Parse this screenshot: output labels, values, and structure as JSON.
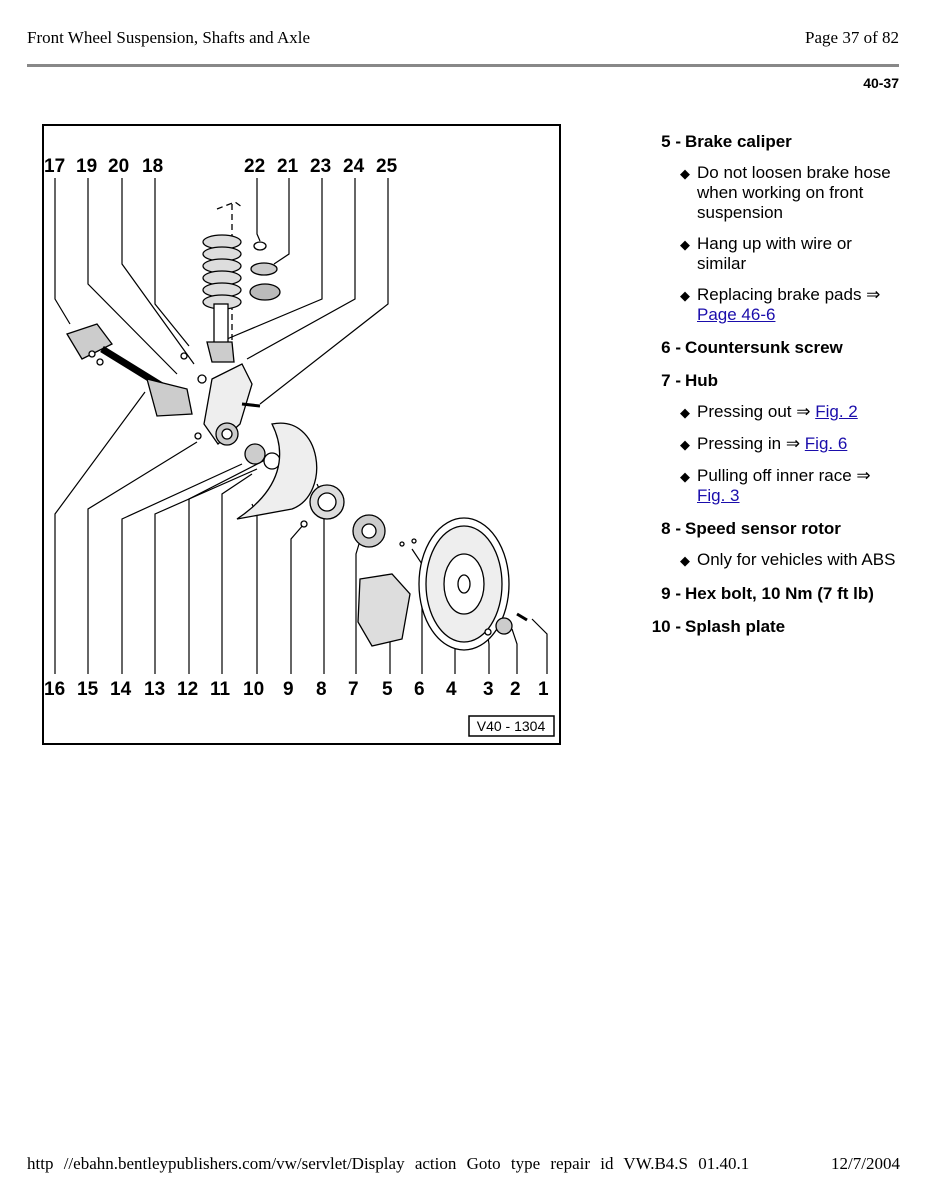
{
  "header": {
    "title": "Front Wheel Suspension, Shafts and Axle",
    "page": "Page 37 of 82",
    "code": "40-37"
  },
  "figure": {
    "top_numbers": [
      "17",
      "19",
      "20",
      "18",
      "22",
      "21",
      "23",
      "24",
      "25"
    ],
    "bottom_numbers": [
      "16",
      "15",
      "14",
      "13",
      "12",
      "11",
      "10",
      "9",
      "8",
      "7",
      "5",
      "6",
      "4",
      "3",
      "2",
      "1"
    ],
    "figure_id": "V40 - 1304"
  },
  "legend": {
    "items": [
      {
        "num": "5 -",
        "label": "Brake caliper",
        "bullets": [
          {
            "text": "Do not loosen brake hose when working on front suspension"
          },
          {
            "text": "Hang up with wire or similar"
          },
          {
            "text": "Replacing brake pads ⇒",
            "link": "Page 46-6"
          }
        ]
      },
      {
        "num": "6 -",
        "label": "Countersunk screw",
        "bullets": []
      },
      {
        "num": "7 -",
        "label": "Hub",
        "bullets": [
          {
            "text": "Pressing out ⇒",
            "link": "Fig. 2"
          },
          {
            "text": "Pressing in ⇒",
            "link": "Fig. 6"
          },
          {
            "text": "Pulling off inner race ⇒",
            "link": "Fig. 3"
          }
        ]
      },
      {
        "num": "8 -",
        "label": "Speed sensor rotor",
        "bullets": [
          {
            "text": "Only for vehicles with ABS"
          }
        ]
      },
      {
        "num": "9 -",
        "label": "Hex bolt, 10 Nm (7 ft lb)",
        "bullets": []
      },
      {
        "num": "10 -",
        "label": "Splash plate",
        "bullets": []
      }
    ]
  },
  "footer": {
    "url": "http //ebahn.bentleypublishers.com/vw/servlet/Display action Goto type repair id VW.B4.S 01.40.1",
    "date": "12/7/2004"
  }
}
